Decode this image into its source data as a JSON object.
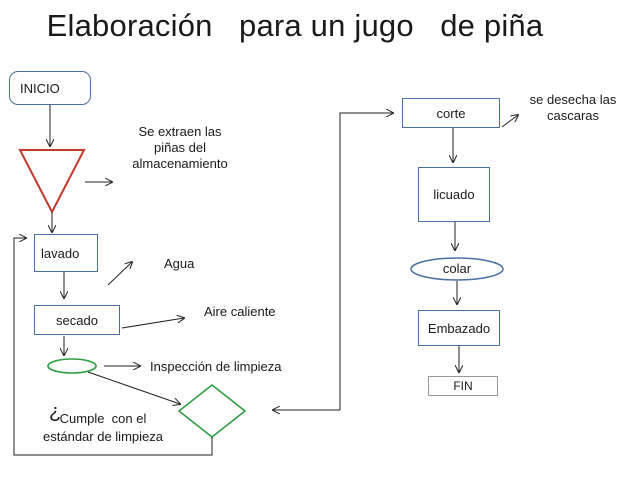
{
  "title": "Elaboración   para un jugo   de piña",
  "nodes": {
    "inicio": "INICIO",
    "lavado": "lavado",
    "secado": "secado",
    "corte": "corte",
    "licuado": "licuado",
    "colar": "colar",
    "embazado": "Embazado",
    "fin": "FIN"
  },
  "notes": {
    "extraen": "Se extraen las\npiñas del\nalmacenamiento",
    "agua": "Agua",
    "aire": "Aire caliente",
    "inspeccion": "Inspección de limpieza",
    "cumple_mark": "¿",
    "cumple": "Cumple  con el\nestándar de limpieza",
    "desecha": "se desecha las\ncascaras"
  }
}
